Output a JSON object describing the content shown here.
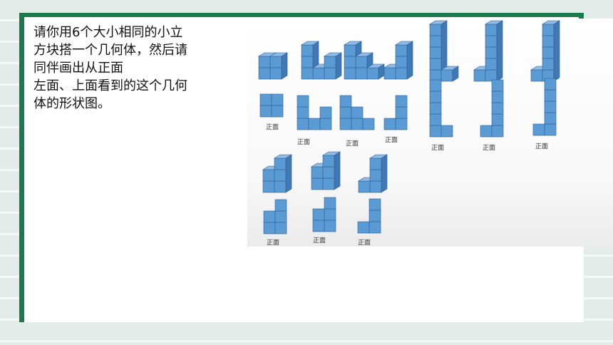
{
  "prompt": {
    "lines": [
      "请你用6个大小相同的小立",
      "方块搭一个几何体，然后请",
      "同伴画出从正面",
      "左面、上面看到的这个几何",
      "体的形状图。"
    ]
  },
  "view_label": "正面",
  "colors": {
    "cube_front": "#5b9bd5",
    "cube_top": "#8fbbe6",
    "cube_side": "#3f78b5",
    "cube_edge": "#2e5f93",
    "accent_green": "#1a7a4c"
  },
  "figures": [
    {
      "id": 1,
      "cols": [
        2,
        2
      ]
    },
    {
      "id": 2,
      "cols": [
        3,
        1,
        2
      ]
    },
    {
      "id": 3,
      "cols": [
        3,
        2,
        1
      ]
    },
    {
      "id": 4,
      "cols": [
        1,
        3
      ]
    },
    {
      "id": 5,
      "cols": [
        5,
        1
      ]
    },
    {
      "id": 6,
      "cols": [
        1,
        5
      ]
    },
    {
      "id": 7,
      "cols": [
        1,
        5
      ]
    },
    {
      "id": 8,
      "cols": [
        2,
        3
      ]
    },
    {
      "id": 9,
      "cols": [
        2,
        3
      ]
    },
    {
      "id": 10,
      "cols": [
        1,
        3
      ]
    }
  ]
}
